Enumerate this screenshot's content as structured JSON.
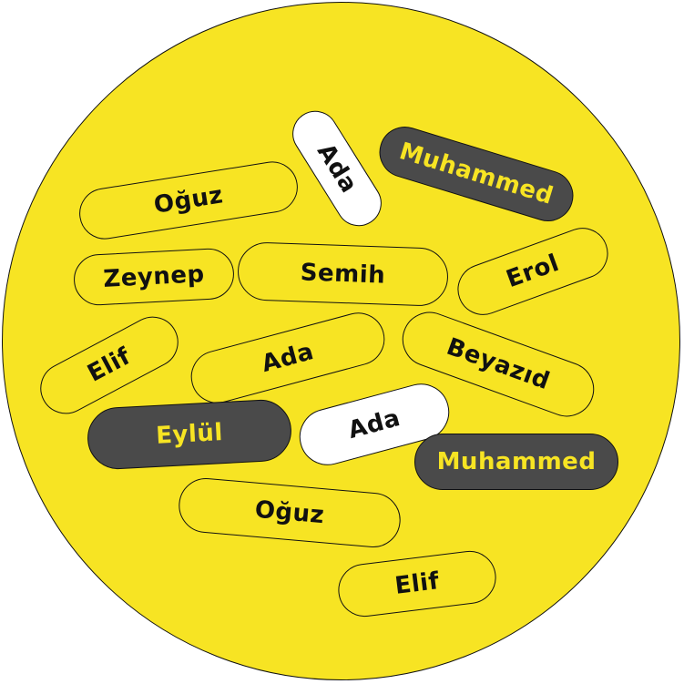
{
  "colors": {
    "disc_fill": "#f7e423",
    "outline": "#111111",
    "yellow_pill_fill": "#f7e423",
    "yellow_pill_text": "#111111",
    "white_pill_fill": "#ffffff",
    "white_pill_text": "#111111",
    "dark_pill_fill": "#4a4a4a",
    "dark_pill_text": "#f7e423"
  },
  "pills": [
    {
      "label": "Ada",
      "style": "white"
    },
    {
      "label": "Muhammed",
      "style": "dark"
    },
    {
      "label": "Oğuz",
      "style": "yellow"
    },
    {
      "label": "Zeynep",
      "style": "yellow"
    },
    {
      "label": "Semih",
      "style": "yellow"
    },
    {
      "label": "Erol",
      "style": "yellow"
    },
    {
      "label": "Elif",
      "style": "yellow"
    },
    {
      "label": "Ada",
      "style": "yellow"
    },
    {
      "label": "Beyazıd",
      "style": "yellow"
    },
    {
      "label": "Eylül",
      "style": "dark"
    },
    {
      "label": "Ada",
      "style": "white"
    },
    {
      "label": "Muhammed",
      "style": "dark"
    },
    {
      "label": "Oğuz",
      "style": "yellow"
    },
    {
      "label": "Elif",
      "style": "yellow"
    }
  ]
}
